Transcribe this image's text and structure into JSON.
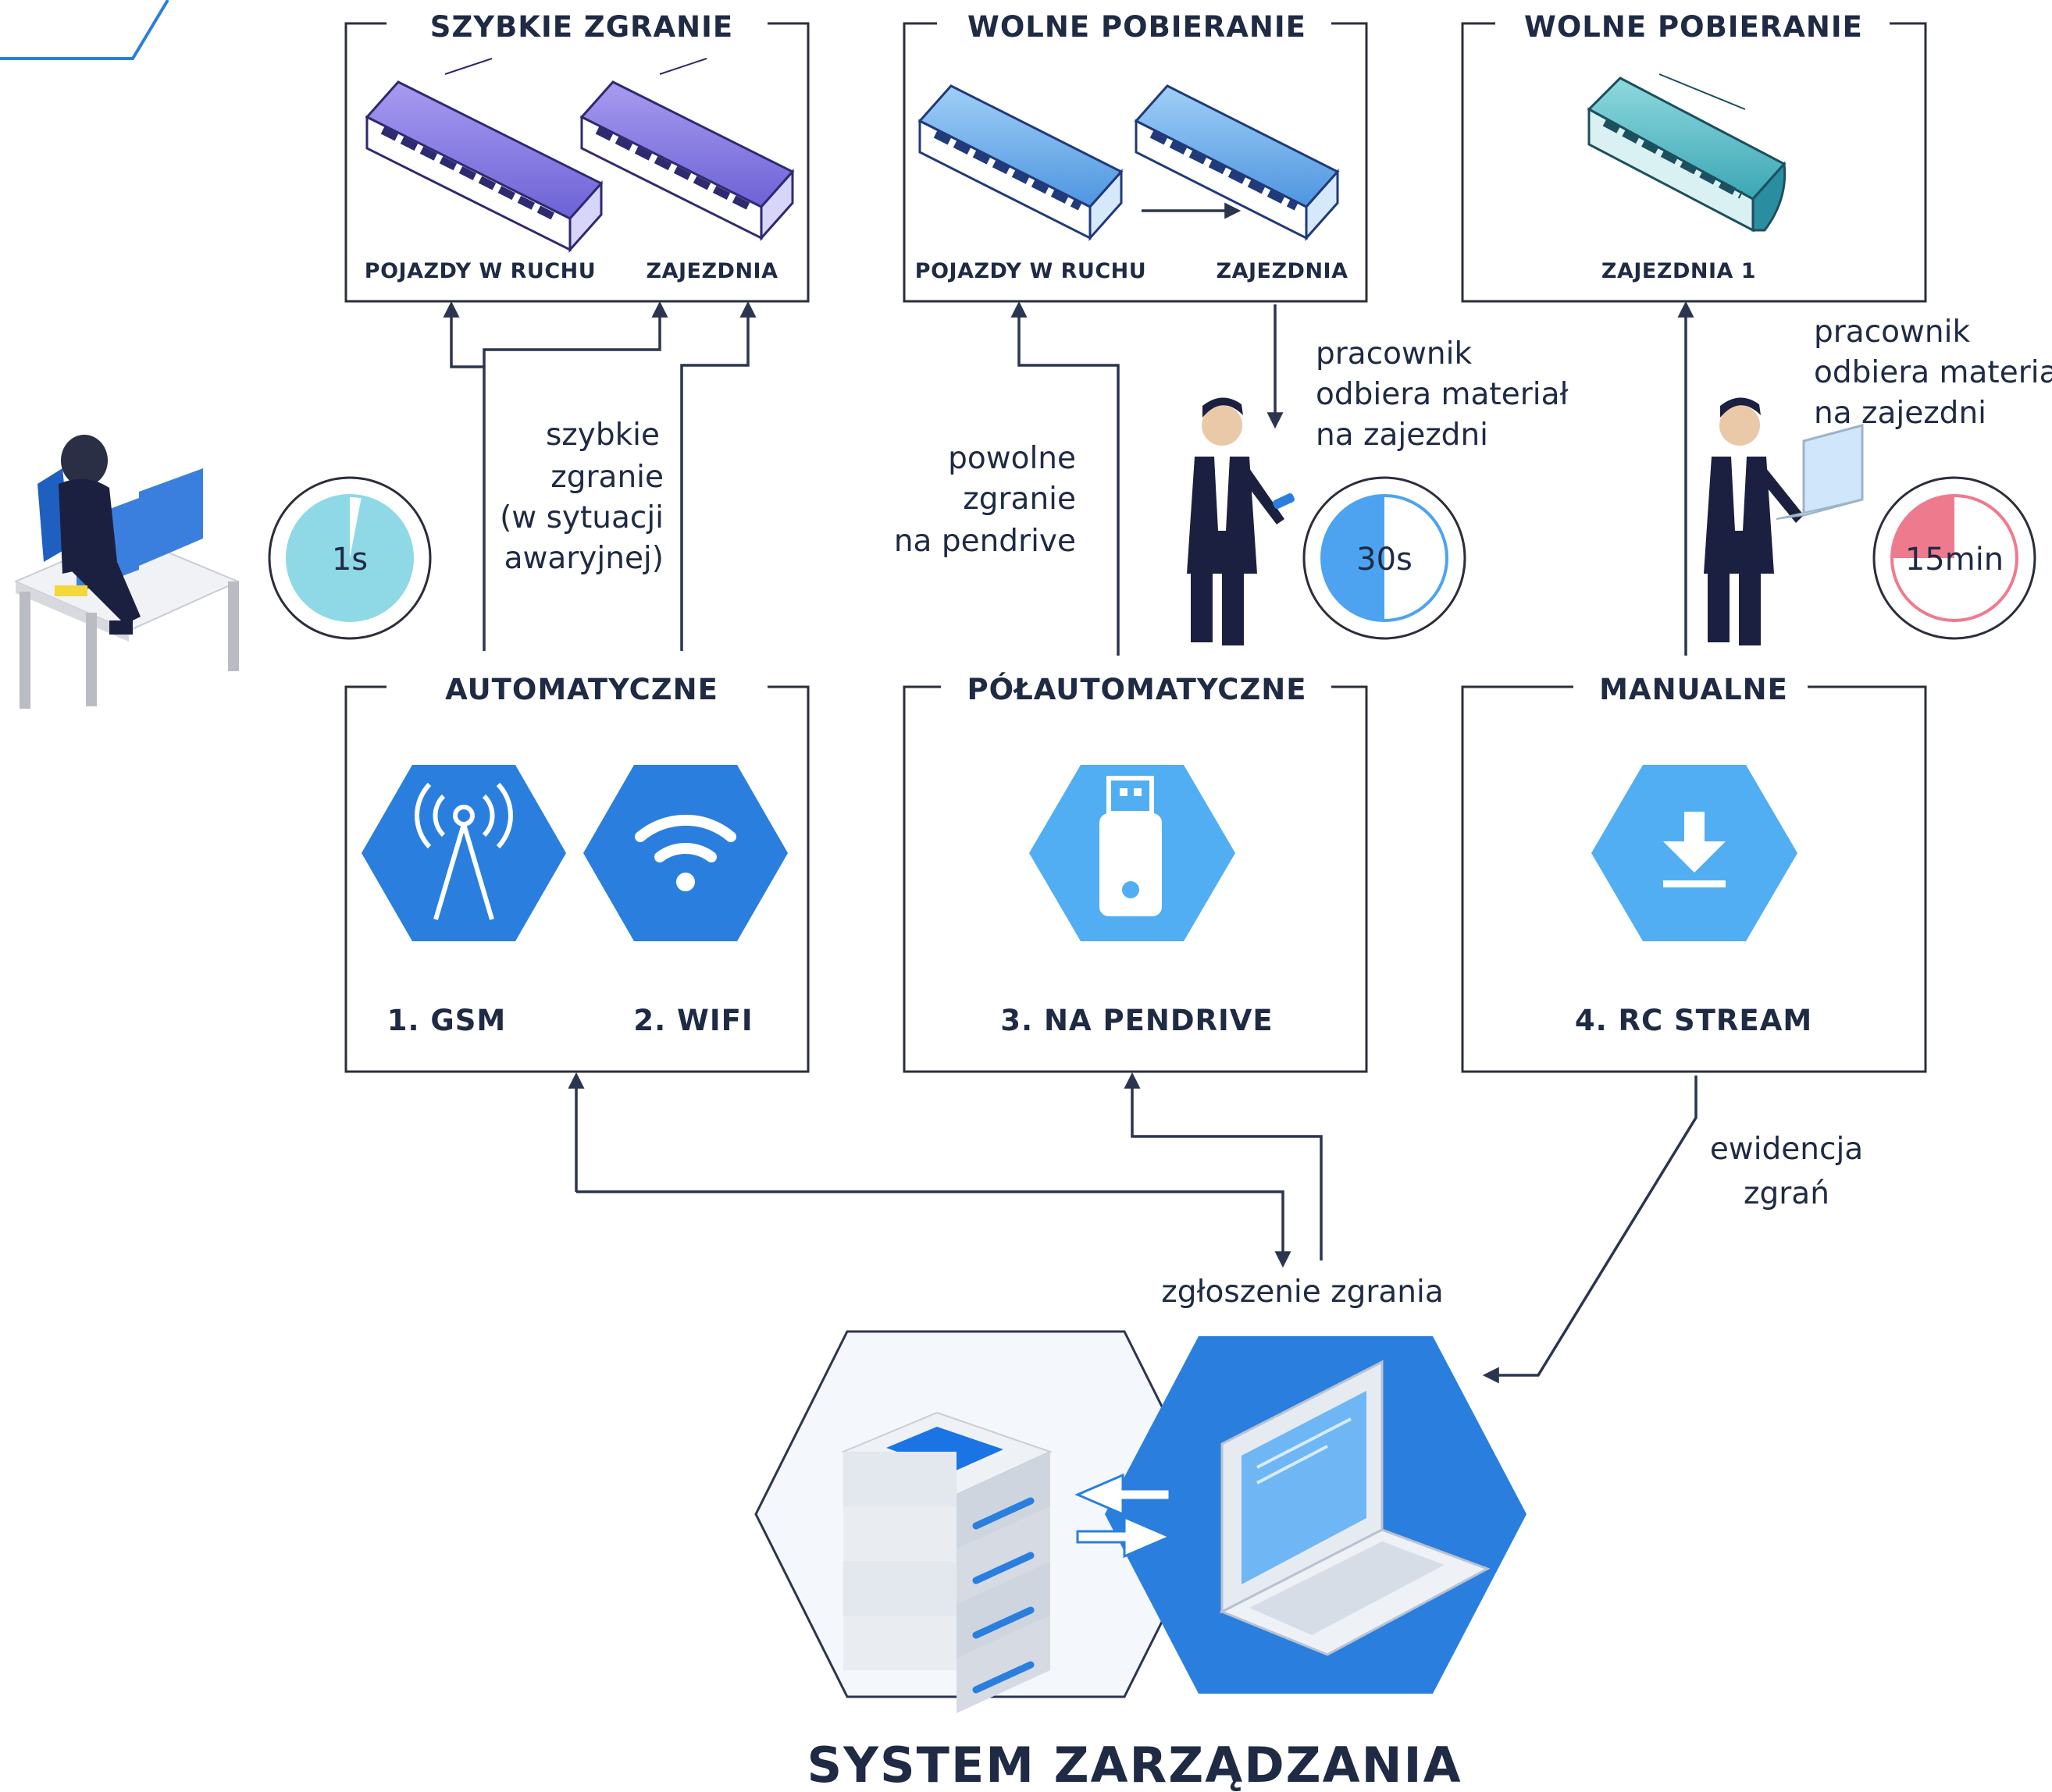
{
  "top_boxes": [
    {
      "title": "SZYBKIE ZGRANIE",
      "labels": [
        "POJAZDY W RUCHU",
        "ZAJEZDNIA"
      ]
    },
    {
      "title": "WOLNE POBIERANIE",
      "labels": [
        "POJAZDY W RUCHU",
        "ZAJEZDNIA"
      ]
    },
    {
      "title": "WOLNE POBIERANIE",
      "labels": [
        "ZAJEZDNIA 1"
      ]
    }
  ],
  "method_boxes": [
    {
      "title": "AUTOMATYCZNE",
      "labels": [
        "1. GSM",
        "2. WIFI"
      ]
    },
    {
      "title": "PÓŁAUTOMATYCZNE",
      "labels": [
        "3. NA PENDRIVE"
      ]
    },
    {
      "title": "MANUALNE",
      "labels": [
        "4. RC STREAM"
      ]
    }
  ],
  "notes": {
    "fast_sync": [
      "szybkie",
      "zgranie",
      "(w sytuacji",
      "awaryjnej)"
    ],
    "slow_sync": [
      "powolne",
      "zgranie",
      "na pendrive"
    ],
    "worker_1": [
      "pracownik",
      "odbiera materiał",
      "na zajezdni"
    ],
    "worker_2": [
      "pracownik",
      "odbiera materiał",
      "na zajezdni"
    ],
    "sync_request": "zgłoszenie zgrania",
    "sync_log": [
      "ewidencja",
      "zgrań"
    ]
  },
  "timers": [
    {
      "label": "1s",
      "fraction": 0.03,
      "color": "#8fd9e6"
    },
    {
      "label": "30s",
      "fraction": 0.5,
      "color": "#4da3ef"
    },
    {
      "label": "15min",
      "fraction": 0.75,
      "color": "#ee7a8e"
    }
  ],
  "system_title": "SYSTEM ZARZĄDZANIA",
  "colors": {
    "hex_blue": "#2a7fde",
    "hex_light_blue": "#52aef3",
    "text_dark": "#1f2a44",
    "tram_violet": "#8f86e8",
    "tram_blue": "#7bb8ef",
    "tram_teal": "#5dbdc9"
  },
  "icons": [
    "antenna-icon",
    "wifi-icon",
    "usb-drive-icon",
    "download-icon",
    "server-icon",
    "laptop-icon"
  ]
}
